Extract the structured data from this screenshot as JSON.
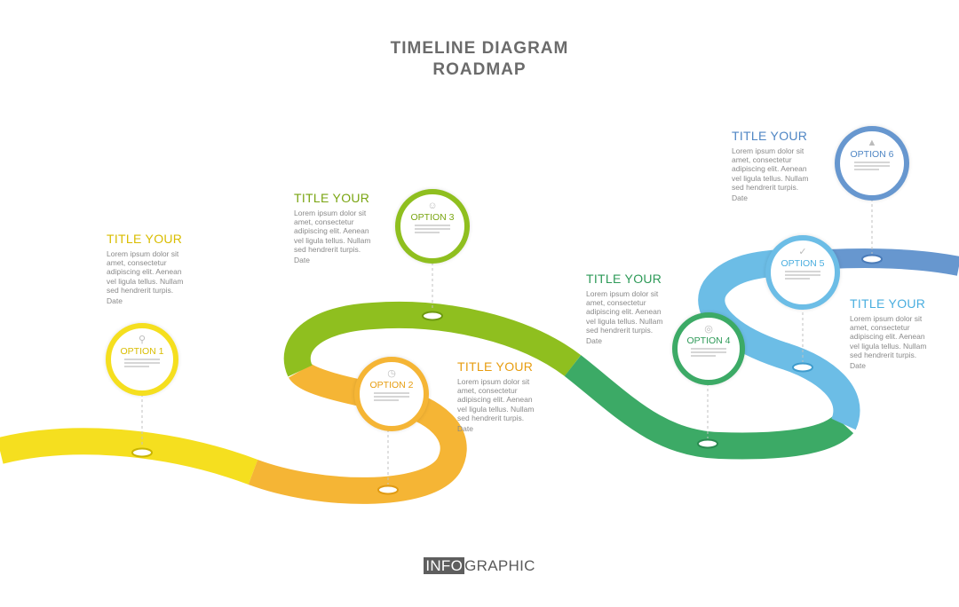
{
  "header": {
    "title_line1": "TIMELINE  DIAGRAM",
    "title_line2": "ROADMAP"
  },
  "colors": {
    "yellow": "#f5df1f",
    "orange": "#f5b535",
    "lime": "#8fbf1f",
    "green": "#3caa66",
    "light_blue": "#6cbde6",
    "blue": "#6797cf"
  },
  "milestones": [
    {
      "option": "OPTION 1",
      "icon": "search-icon",
      "title": "TITLE YOUR",
      "body": "Lorem ipsum dolor sit amet, consectetur adipiscing elit. Aenean vel ligula tellus. Nullam sed hendrerit turpis.",
      "date": "Date"
    },
    {
      "option": "OPTION 2",
      "icon": "clock-icon",
      "title": "TITLE YOUR",
      "body": "Lorem ipsum dolor sit amet, consectetur adipiscing elit. Aenean vel ligula tellus. Nullam sed hendrerit turpis.",
      "date": "Date"
    },
    {
      "option": "OPTION 3",
      "icon": "head-icon",
      "title": "TITLE YOUR",
      "body": "Lorem ipsum dolor sit amet, consectetur adipiscing elit. Aenean vel ligula tellus. Nullam sed hendrerit turpis.",
      "date": "Date"
    },
    {
      "option": "OPTION 4",
      "icon": "target-icon",
      "title": "TITLE YOUR",
      "body": "Lorem ipsum dolor sit amet, consectetur adipiscing elit. Aenean vel ligula tellus. Nullam sed hendrerit turpis.",
      "date": "Date"
    },
    {
      "option": "OPTION 5",
      "icon": "check-icon",
      "title": "TITLE YOUR",
      "body": "Lorem ipsum dolor sit amet, consectetur adipiscing elit. Aenean vel ligula tellus. Nullam sed hendrerit turpis.",
      "date": "Date"
    },
    {
      "option": "OPTION 6",
      "icon": "chart-icon",
      "title": "TITLE YOUR",
      "body": "Lorem ipsum dolor sit amet, consectetur adipiscing elit. Aenean vel ligula tellus. Nullam sed hendrerit turpis.",
      "date": "Date"
    }
  ],
  "footer": {
    "highlight": "INFO",
    "rest": "GRAPHIC"
  }
}
